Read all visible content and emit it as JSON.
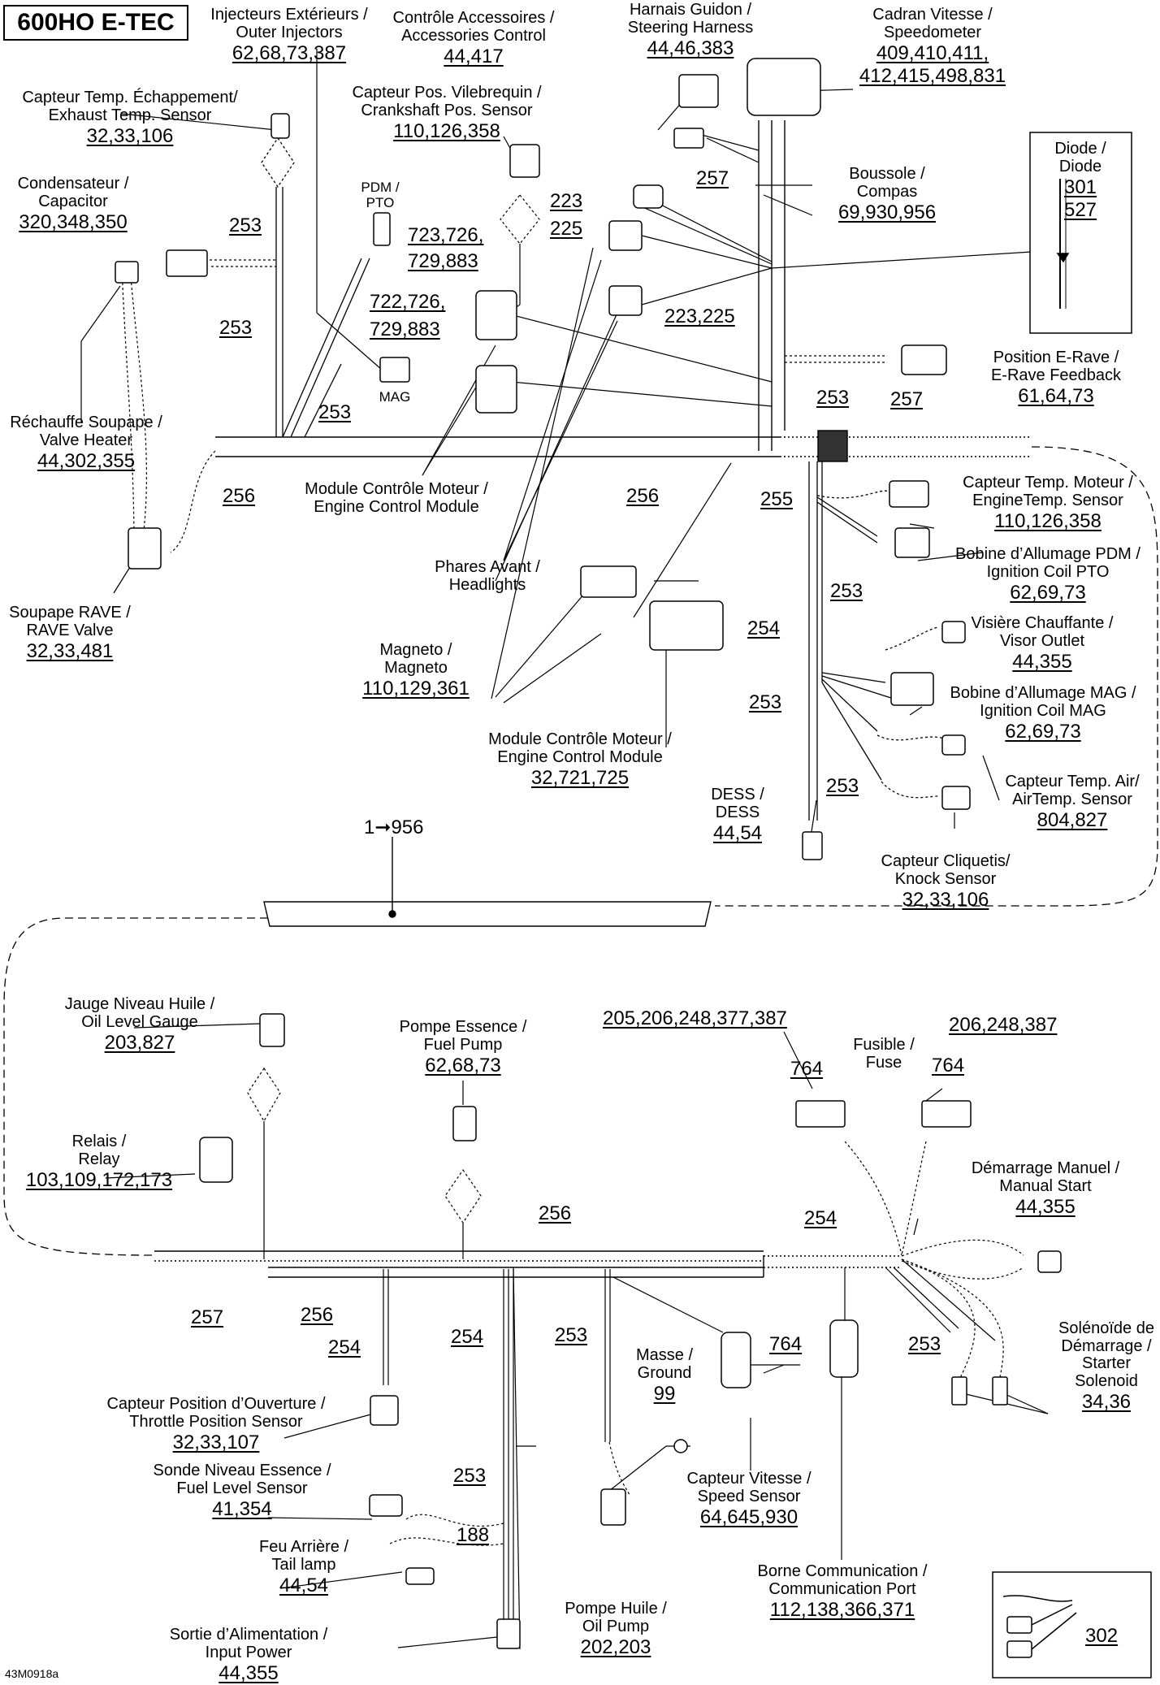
{
  "title": "600HO E-TEC",
  "drawing_code": "43M0918a",
  "continuation_label": "1➞956",
  "components": [
    {
      "id": "outer-injectors",
      "name": "Injecteurs Extérieurs /\nOuter Injectors",
      "parts": "62,68,73,387"
    },
    {
      "id": "accessories-control",
      "name": "Contrôle Accessoires /\nAccessories Control",
      "parts": "44,417"
    },
    {
      "id": "steering-harness",
      "name": "Harnais Guidon /\nSteering Harness",
      "parts": "44,46,383"
    },
    {
      "id": "speedometer",
      "name": "Cadran Vitesse /\nSpeedometer",
      "parts": "409,410,411,\n412,415,498,831"
    },
    {
      "id": "exhaust-temp-sensor",
      "name": "Capteur Temp. Échappement/\nExhaust Temp. Sensor",
      "parts": "32,33,106"
    },
    {
      "id": "crankshaft-pos-sensor",
      "name": "Capteur Pos. Vilebrequin /\nCrankshaft Pos. Sensor",
      "parts": "110,126,358"
    },
    {
      "id": "diode",
      "name": "Diode /\nDiode",
      "parts": "301\n527"
    },
    {
      "id": "compass",
      "name": "Boussole /\nCompas",
      "parts": "69,930,956"
    },
    {
      "id": "capacitor",
      "name": "Condensateur /\nCapacitor",
      "parts": "320,348,350"
    },
    {
      "id": "e-rave-feedback",
      "name": "Position E-Rave /\nE-Rave Feedback",
      "parts": "61,64,73"
    },
    {
      "id": "valve-heater",
      "name": "Réchauffe Soupape /\nValve Heater",
      "parts": "44,302,355"
    },
    {
      "id": "engine-control-module-1",
      "name": "Module Contrôle Moteur /\nEngine Control Module",
      "parts": ""
    },
    {
      "id": "engine-temp-sensor",
      "name": "Capteur Temp. Moteur /\nEngineTemp. Sensor",
      "parts": "110,126,358"
    },
    {
      "id": "headlights",
      "name": "Phares Avant /\nHeadlights",
      "parts": ""
    },
    {
      "id": "ignition-coil-pto",
      "name": "Bobine d’Allumage PDM /\nIgnition Coil PTO",
      "parts": "62,69,73"
    },
    {
      "id": "rave-valve",
      "name": "Soupape RAVE /\nRAVE Valve",
      "parts": "32,33,481"
    },
    {
      "id": "visor-outlet",
      "name": "Visière Chauffante /\nVisor Outlet",
      "parts": "44,355"
    },
    {
      "id": "magneto",
      "name": "Magneto /\nMagneto",
      "parts": "110,129,361"
    },
    {
      "id": "ignition-coil-mag",
      "name": "Bobine d’Allumage MAG /\nIgnition Coil MAG",
      "parts": "62,69,73"
    },
    {
      "id": "engine-control-module-2",
      "name": "Module Contrôle Moteur /\nEngine Control Module",
      "parts": "32,721,725"
    },
    {
      "id": "air-temp-sensor",
      "name": "Capteur Temp. Air/\nAirTemp. Sensor",
      "parts": "804,827"
    },
    {
      "id": "dess",
      "name": "DESS /\nDESS",
      "parts": "44,54"
    },
    {
      "id": "knock-sensor",
      "name": "Capteur Cliquetis/\nKnock Sensor",
      "parts": "32,33,106"
    },
    {
      "id": "oil-level-gauge",
      "name": "Jauge Niveau Huile /\nOil Level Gauge",
      "parts": "203,827"
    },
    {
      "id": "fuel-pump",
      "name": "Pompe Essence /\nFuel Pump",
      "parts": "62,68,73"
    },
    {
      "id": "fuse",
      "name": "Fusible /\nFuse",
      "parts": ""
    },
    {
      "id": "relay",
      "name": "Relais /\nRelay",
      "parts": "103,109,172,173"
    },
    {
      "id": "manual-start",
      "name": "Démarrage Manuel /\nManual Start",
      "parts": "44,355"
    },
    {
      "id": "starter-solenoid",
      "name": "Solénoïde de\nDémarrage /\nStarter\nSolenoid",
      "parts": "34,36"
    },
    {
      "id": "throttle-position-sensor",
      "name": "Capteur Position d’Ouverture /\nThrottle Position Sensor",
      "parts": "32,33,107"
    },
    {
      "id": "ground",
      "name": "Masse /\nGround",
      "parts": "99"
    },
    {
      "id": "fuel-level-sensor",
      "name": "Sonde Niveau Essence /\nFuel Level Sensor",
      "parts": "41,354"
    },
    {
      "id": "speed-sensor",
      "name": "Capteur Vitesse /\nSpeed Sensor",
      "parts": "64,645,930"
    },
    {
      "id": "tail-lamp",
      "name": "Feu Arrière /\nTail lamp",
      "parts": "44,54"
    },
    {
      "id": "oil-pump",
      "name": "Pompe Huile /\nOil Pump",
      "parts": "202,203"
    },
    {
      "id": "communication-port",
      "name": "Borne Communication /\nCommunication Port",
      "parts": "112,138,366,371"
    },
    {
      "id": "input-power",
      "name": "Sortie d’Alimentation /\nInput Power",
      "parts": "44,355"
    }
  ],
  "small_labels": [
    {
      "id": "pdm-pto",
      "text": "PDM /\nPTO"
    },
    {
      "id": "mag",
      "text": "MAG"
    }
  ],
  "callouts": [
    {
      "id": "c253-a",
      "text": "253"
    },
    {
      "id": "c253-b",
      "text": "253"
    },
    {
      "id": "c253-c",
      "text": "253"
    },
    {
      "id": "c723",
      "text": "723,726,"
    },
    {
      "id": "c729-a",
      "text": "729,883"
    },
    {
      "id": "c722",
      "text": "722,726,"
    },
    {
      "id": "c729-b",
      "text": "729,883"
    },
    {
      "id": "c223",
      "text": "223"
    },
    {
      "id": "c225",
      "text": "225"
    },
    {
      "id": "c223-225",
      "text": "223,225"
    },
    {
      "id": "c257-a",
      "text": "257"
    },
    {
      "id": "c257-b",
      "text": "257"
    },
    {
      "id": "c253-d",
      "text": "253"
    },
    {
      "id": "c256-a",
      "text": "256"
    },
    {
      "id": "c256-b",
      "text": "256"
    },
    {
      "id": "c255",
      "text": "255"
    },
    {
      "id": "c253-e",
      "text": "253"
    },
    {
      "id": "c254-a",
      "text": "254"
    },
    {
      "id": "c253-f",
      "text": "253"
    },
    {
      "id": "c253-g",
      "text": "253"
    },
    {
      "id": "c205",
      "text": "205,206,248,377,387"
    },
    {
      "id": "c206",
      "text": "206,248,387"
    },
    {
      "id": "c764-a",
      "text": "764"
    },
    {
      "id": "c764-b",
      "text": "764"
    },
    {
      "id": "c256-c",
      "text": "256"
    },
    {
      "id": "c254-b",
      "text": "254"
    },
    {
      "id": "c257-c",
      "text": "257"
    },
    {
      "id": "c256-d",
      "text": "256"
    },
    {
      "id": "c254-c",
      "text": "254"
    },
    {
      "id": "c254-d",
      "text": "254"
    },
    {
      "id": "c253-h",
      "text": "253"
    },
    {
      "id": "c764-c",
      "text": "764"
    },
    {
      "id": "c253-i",
      "text": "253"
    },
    {
      "id": "c253-j",
      "text": "253"
    },
    {
      "id": "c188",
      "text": "188"
    },
    {
      "id": "c302",
      "text": "302"
    }
  ]
}
